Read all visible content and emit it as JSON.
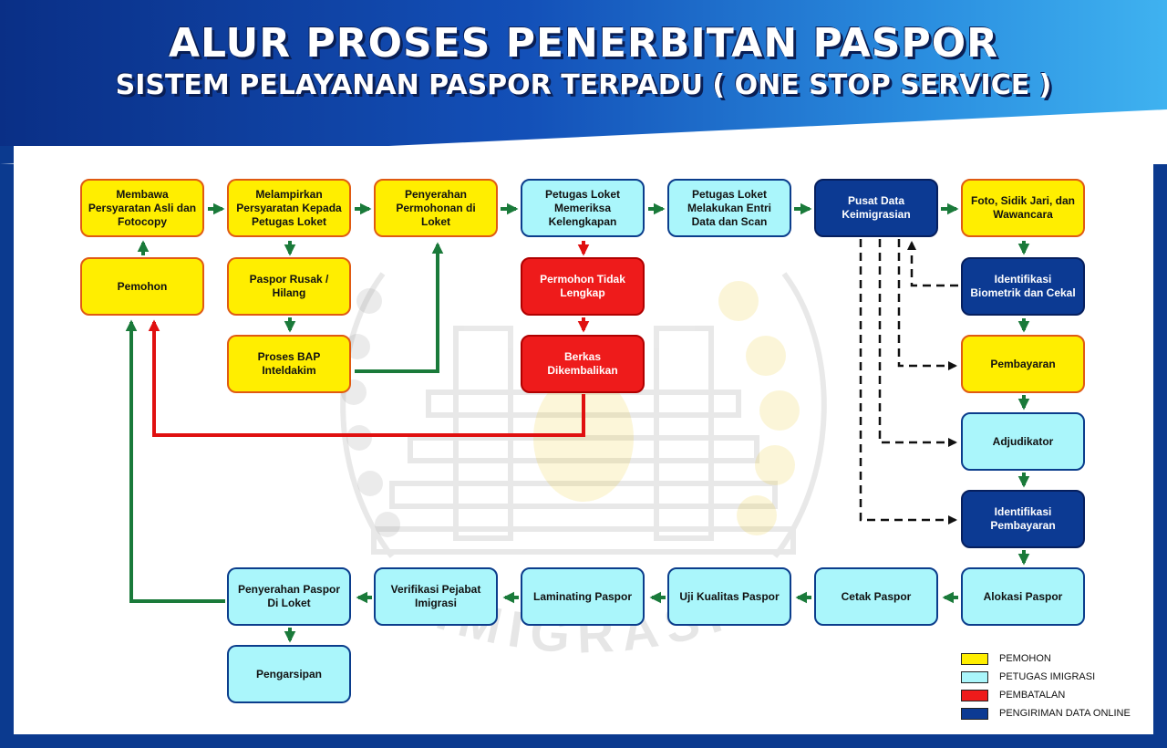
{
  "header": {
    "title": "ALUR PROSES PENERBITAN PASPOR",
    "subtitle": "SISTEM PELAYANAN PASPOR TERPADU ( ONE STOP SERVICE )"
  },
  "colors": {
    "pemohon": "#ffee00",
    "petugas_imigrasi": "#aaf6fb",
    "pembatalan": "#ee1b1b",
    "pengiriman_data_online": "#0c3a93",
    "flow_arrow": "#1a7a3a",
    "cancel_arrow": "#e01010"
  },
  "watermark": {
    "text": "IMIGRASI"
  },
  "nodes": {
    "membawa": "Membawa Persyaratan Asli dan Fotocopy",
    "melampirkan": "Melampirkan Persyaratan Kepada Petugas Loket",
    "penyerahan_permohonan": "Penyerahan Permohonan di Loket",
    "petugas_memeriksa": "Petugas Loket Memeriksa Kelengkapan",
    "petugas_entri": "Petugas Loket Melakukan Entri Data dan Scan",
    "pusat_data": "Pusat Data Keimigrasian",
    "foto": "Foto, Sidik Jari, dan Wawancara",
    "pemohon": "Pemohon",
    "paspor_rusak": "Paspor Rusak / Hilang",
    "proses_bap": "Proses BAP Inteldakim",
    "tidak_lengkap": "Permohon Tidak Lengkap",
    "berkas": "Berkas Dikembalikan",
    "identifikasi_biometrik": "Identifikasi Biometrik dan Cekal",
    "pembayaran": "Pembayaran",
    "adjudikator": "Adjudikator",
    "identifikasi_pembayaran": "Identifikasi Pembayaran",
    "alokasi": "Alokasi Paspor",
    "cetak": "Cetak Paspor",
    "uji_kualitas": "Uji Kualitas Paspor",
    "laminating": "Laminating Paspor",
    "verifikasi": "Verifikasi Pejabat Imigrasi",
    "penyerahan_paspor": "Penyerahan Paspor Di Loket",
    "pengarsipan": "Pengarsipan"
  },
  "legend": [
    {
      "label": "PEMOHON",
      "color": "#ffee00"
    },
    {
      "label": "PETUGAS IMIGRASI",
      "color": "#aaf6fb"
    },
    {
      "label": "PEMBATALAN",
      "color": "#ee1b1b"
    },
    {
      "label": "PENGIRIMAN DATA ONLINE",
      "color": "#0c3a93"
    }
  ]
}
